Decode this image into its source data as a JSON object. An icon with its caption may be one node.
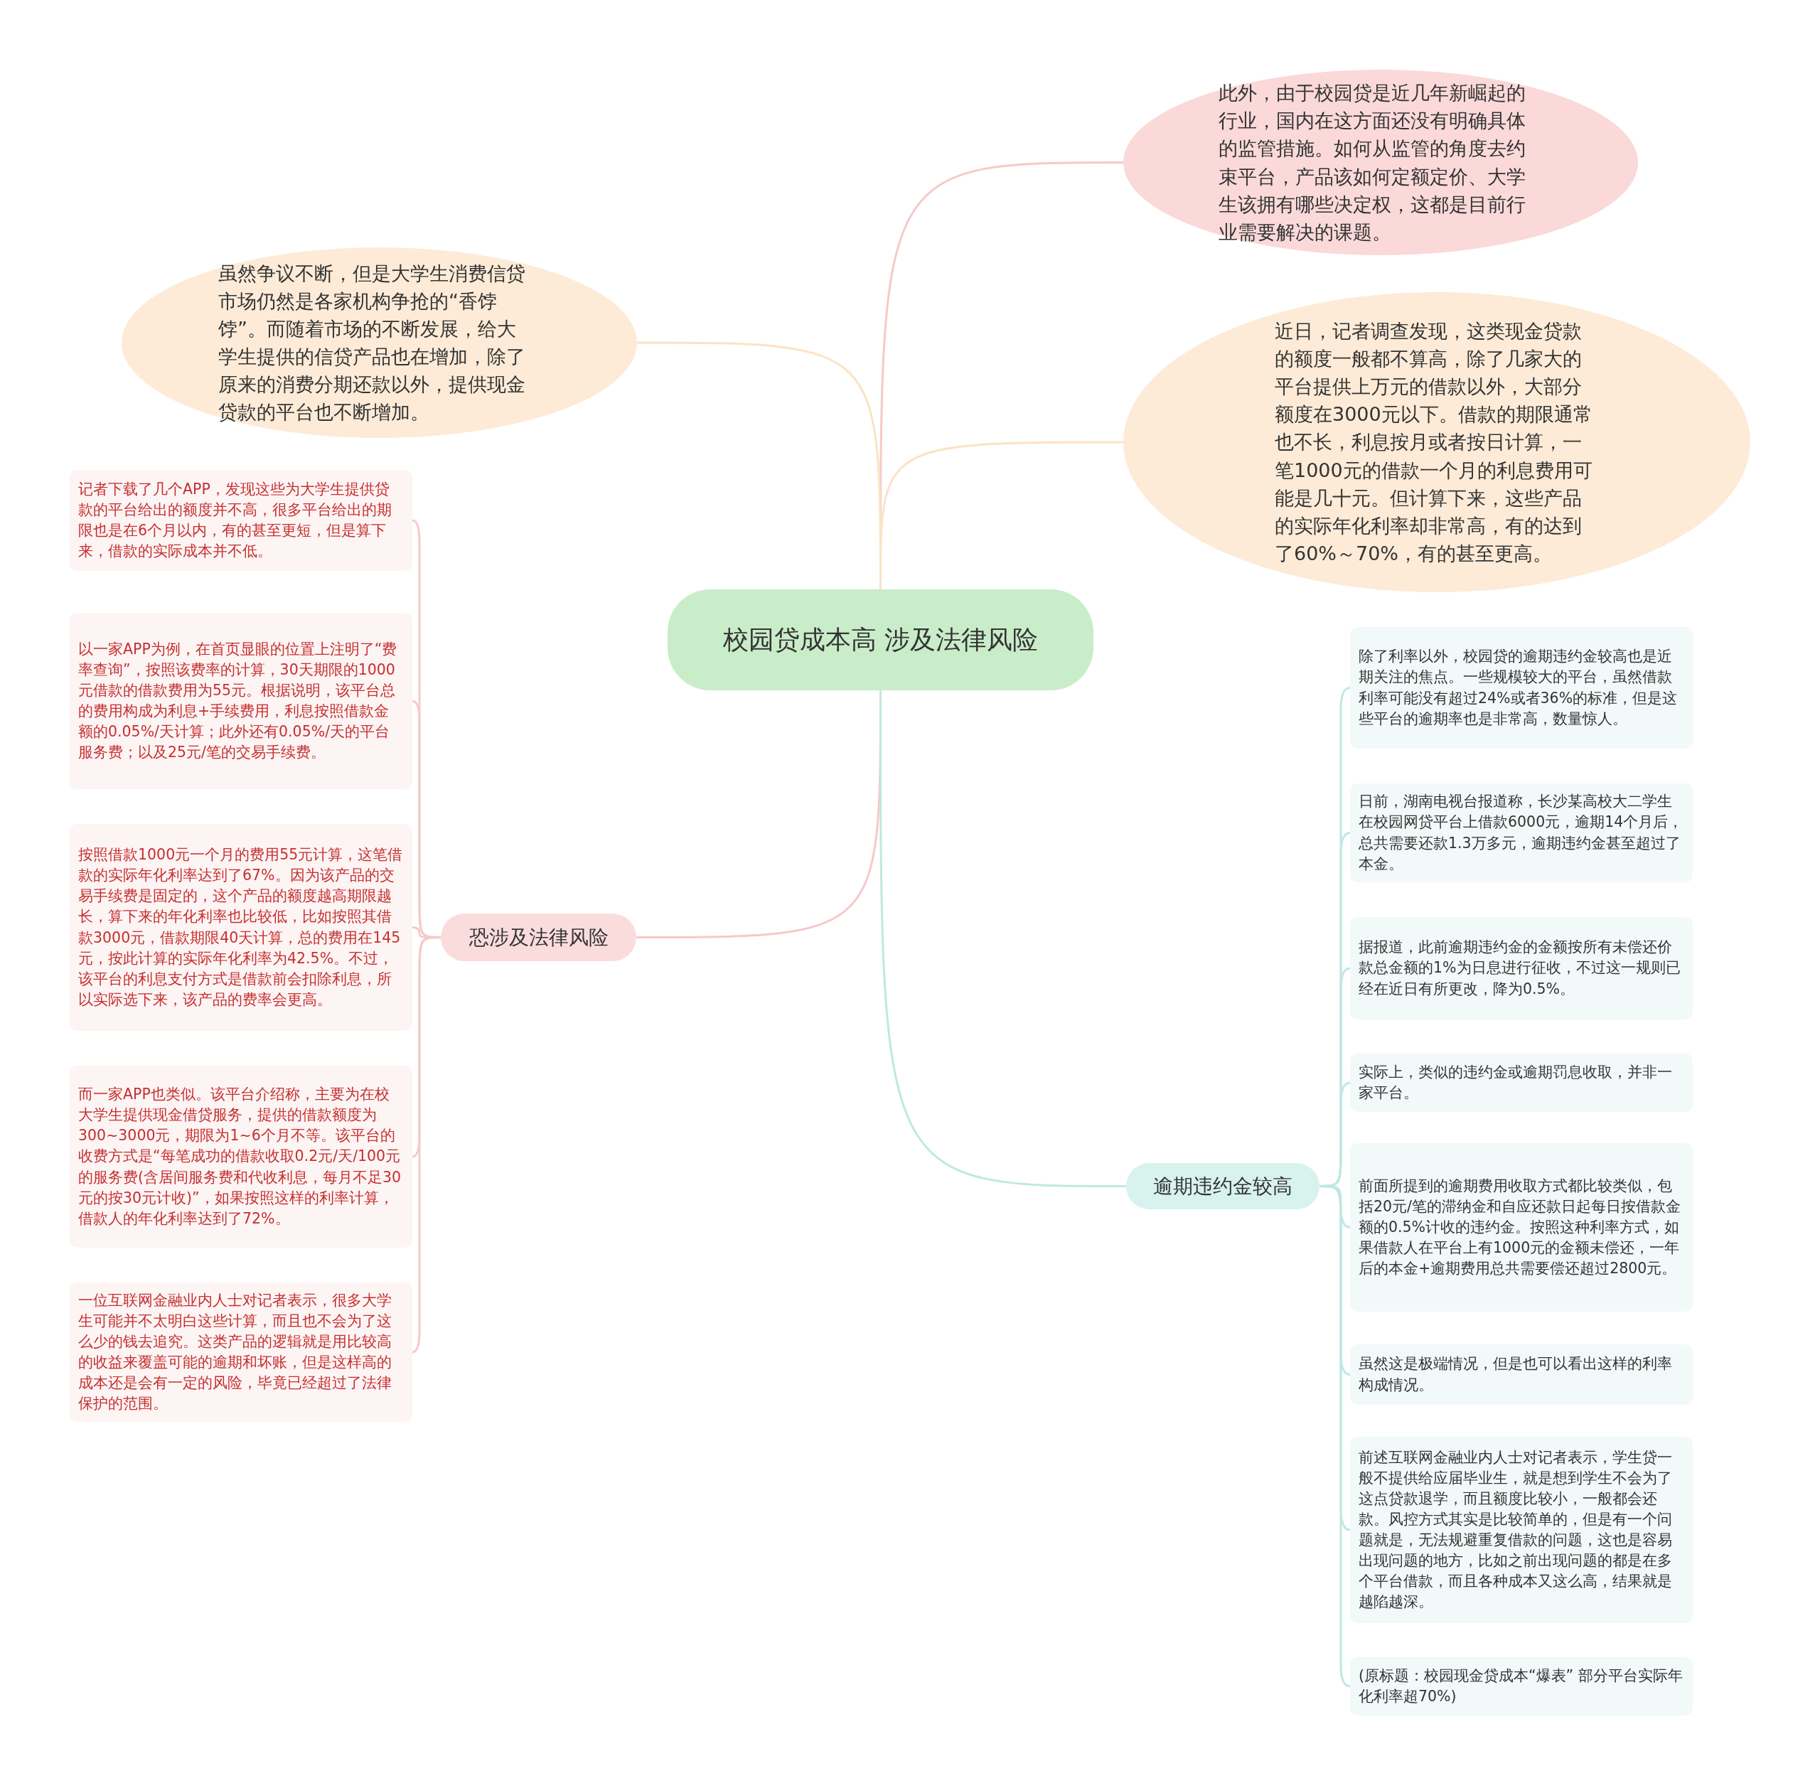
{
  "diagram": {
    "nodes": [
      {
        "text": [
          "校园贷成本高 涉及法律风险"
        ]
      },
      {
        "text": [
          "此外，由于校园贷是近几年新崛起的行业，国内在这方面还没有明确具体的监管措施。如何从监管的角度去约束平台，产品该如何定额定价、大学生该拥有哪些决定权，这都是目前行业需要解决的课题。"
        ]
      },
      {
        "text": [
          "虽然争议不断，但是大学生消费信贷市场仍然是各家机构争抢的“香饽饽”。而随着市场的不断发展，给大学生提供的信贷产品也在增加，除了原来的消费分期还款以外，提供现金贷款的平台也不断增加。"
        ]
      },
      {
        "text": [
          "近日，记者调查发现，这类现金贷款的额度一般都不算高，除了几家大的平台提供上万元的借款以外，大部分额度在3000元以下。借款的期限通常也不长，利息按月或者按日计算，一笔1000元的借款一个月的利息费用可能是几十元。但计算下来，这些产品的实际年化利率却非常高，有的达到了60%～70%，有的甚至更高。"
        ]
      },
      {
        "text": [
          "恐涉及法律风险"
        ]
      },
      {
        "text": [
          "记者下载了几个APP，发现这些为大学生提供贷款的平台给出的额度并不高，很多平台给出的期限也是在6个月以内，有的甚至更短，但是算下来，借款的实际成本并不低。"
        ]
      },
      {
        "text": [
          "以一家APP为例，在首页显眼的位置上注明了“费率查询”，按照该费率的计算，30天期限的1000元借款的借款费用为55元。根据说明，该平台总的费用构成为利息+手续费用，利息按照借款金额的0.05%/天计算；此外还有0.05%/天的平台服务费；以及25元/笔的交易手续费。"
        ]
      },
      {
        "text": [
          "按照借款1000元一个月的费用55元计算，这笔借款的实际年化利率达到了67%。因为该产品的交易手续费是固定的，这个产品的额度越高期限越长，算下来的年化利率也比较低，比如按照其借款3000元，借款期限40天计算，总的费用在145元，按此计算的实际年化利率为42.5%。不过，该平台的利息支付方式是借款前会扣除利息，所以实际选下来，该产品的费率会更高。"
        ]
      },
      {
        "text": [
          "而一家APP也类似。该平台介绍称，主要为在校大学生提供现金借贷服务，提供的借款额度为300~3000元，期限为1~6个月不等。该平台的收费方式是“每笔成功的借款收取0.2元/天/100元的服务费(含居间服务费和代收利息，每月不足30元的按30元计收)”，如果按照这样的利率计算，借款人的年化利率达到了72%。"
        ]
      },
      {
        "text": [
          "一位互联网金融业内人士对记者表示，很多大学生可能并不太明白这些计算，而且也不会为了这么少的钱去追究。这类产品的逻辑就是用比较高的收益来覆盖可能的逾期和坏账，但是这样高的成本还是会有一定的风险，毕竟已经超过了法律保护的范围。"
        ]
      },
      {
        "text": [
          "逾期违约金较高"
        ]
      },
      {
        "text": [
          "除了利率以外，校园贷的逾期违约金较高也是近期关注的焦点。一些规模较大的平台，虽然借款利率可能没有超过24%或者36%的标准，但是这些平台的逾期率也是非常高，数量惊人。"
        ]
      },
      {
        "text": [
          "日前，湖南电视台报道称，长沙某高校大二学生在校园网贷平台上借款6000元，逾期14个月后，总共需要还款1.3万多元，逾期违约金甚至超过了本金。"
        ]
      },
      {
        "text": [
          "据报道，此前逾期违约金的金额按所有未偿还价款总金额的1%为日息进行征收，不过这一规则已经在近日有所更改，降为0.5%。"
        ]
      },
      {
        "text": [
          "实际上，类似的违约金或逾期罚息收取，并非一家平台。"
        ]
      },
      {
        "text": [
          "前面所提到的逾期费用收取方式都比较类似，包括20元/笔的滞纳金和自应还款日起每日按借款金额的0.5%计收的违约金。按照这种利率方式，如果借款人在平台上有1000元的金额未偿还，一年后的本金+逾期费用总共需要偿还超过2800元。"
        ]
      },
      {
        "text": [
          "虽然这是极端情况，但是也可以看出这样的利率构成情况。"
        ]
      },
      {
        "text": [
          "前述互联网金融业内人士对记者表示，学生贷一般不提供给应届毕业生，就是想到学生不会为了这点贷款退学，而且额度比较小，一般都会还款。风控方式其实是比较简单的，但是有一个问题就是，无法规避重复借款的问题，这也是容易出现问题的地方，比如之前出现问题的都是在多个平台借款，而且各种成本又这么高，结果就是越陷越深。"
        ]
      },
      {
        "text": [
          "(原标题：校园现金贷成本“爆表” 部分平台实际年化利率超70%)"
        ]
      }
    ],
    "edges": [
      {
        "from": 0,
        "to": 1,
        "arrow": "none",
        "color": "#f6c9c9"
      },
      {
        "from": 0,
        "to": 2,
        "arrow": "none",
        "color": "#fbe3c6"
      },
      {
        "from": 0,
        "to": 3,
        "arrow": "none",
        "color": "#fbe3c6"
      },
      {
        "from": 0,
        "to": 4,
        "arrow": "none",
        "color": "#f6c9c9"
      },
      {
        "from": 4,
        "to": 5,
        "arrow": "none",
        "color": "#f6c9c9"
      },
      {
        "from": 4,
        "to": 6,
        "arrow": "none",
        "color": "#f6c9c9"
      },
      {
        "from": 4,
        "to": 7,
        "arrow": "none",
        "color": "#f6c9c9"
      },
      {
        "from": 4,
        "to": 8,
        "arrow": "none",
        "color": "#f6c9c9"
      },
      {
        "from": 4,
        "to": 9,
        "arrow": "none",
        "color": "#f6c9c9"
      },
      {
        "from": 0,
        "to": 10,
        "arrow": "none"
      },
      {
        "from": 10,
        "to": 11,
        "arrow": "none"
      },
      {
        "from": 10,
        "to": 12,
        "arrow": "none"
      },
      {
        "from": 10,
        "to": 13,
        "arrow": "none"
      },
      {
        "from": 10,
        "to": 14,
        "arrow": "none"
      },
      {
        "from": 10,
        "to": 15,
        "arrow": "none"
      },
      {
        "from": 10,
        "to": 16,
        "arrow": "none"
      },
      {
        "from": 10,
        "to": 17,
        "arrow": "none"
      },
      {
        "from": 10,
        "to": 18,
        "arrow": "none"
      }
    ]
  }
}
